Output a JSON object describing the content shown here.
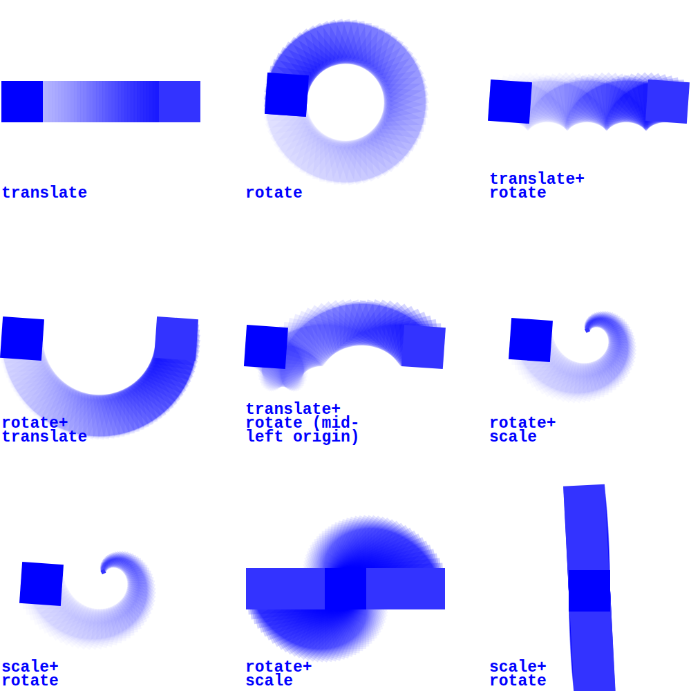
{
  "diagram": {
    "labels": [
      "translate",
      "rotate",
      "translate+ rotate",
      "rotate+ translate",
      "translate+ rotate (mid-left origin)",
      "rotate+ scale",
      "scale+ rotate",
      "rotate+ scale",
      "scale+ rotate"
    ]
  }
}
